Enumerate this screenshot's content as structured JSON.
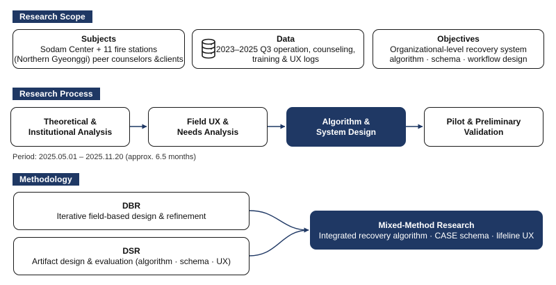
{
  "scope": {
    "tag": "Research Scope",
    "subjects": {
      "title": "Subjects",
      "line1": "Sodam Center + 11 fire stations",
      "line2": "(Northern Gyeonggi) peer counselors &clients"
    },
    "data": {
      "title": "Data",
      "line1": "2023–2025 Q3 operation, counseling,",
      "line2": "training & UX logs",
      "icon": "database-icon"
    },
    "objectives": {
      "title": "Objectives",
      "line1": "Organizational-level recovery system",
      "line2": "algorithm · schema · workflow design"
    }
  },
  "process": {
    "tag": "Research Process",
    "steps": [
      {
        "label": "Theoretical &\nInstitutional Analysis"
      },
      {
        "label": "Field UX &\nNeeds Analysis"
      },
      {
        "label": "Algorithm &\nSystem Design"
      },
      {
        "label": "Pilot & Preliminary\nValidation"
      }
    ],
    "period": "Period: 2025.05.01 – 2025.11.20 (approx. 6.5 months)"
  },
  "methodology": {
    "tag": "Methodology",
    "dbr": {
      "title": "DBR",
      "text": "Iterative field-based design & refinement"
    },
    "dsr": {
      "title": "DSR",
      "text": "Artifact design & evaluation (algorithm · schema · UX)"
    },
    "mixed": {
      "title": "Mixed-Method Research",
      "text": "Integrated recovery algorithm · CASE schema · lifeline UX"
    }
  },
  "colors": {
    "navy": "#1f3864",
    "border": "#1a1a1a"
  }
}
